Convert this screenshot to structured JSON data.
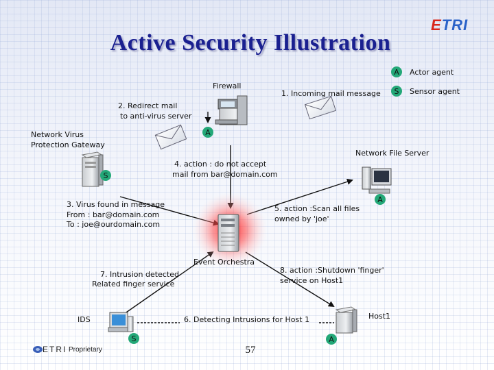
{
  "title": "Active Security Illustration",
  "logo": {
    "text_blue": "E",
    "text_red": "T",
    "text_rest": "RI"
  },
  "legend": {
    "actor_letter": "A",
    "actor_label": "Actor agent",
    "sensor_letter": "S",
    "sensor_label": "Sensor agent"
  },
  "nodes": {
    "firewall": "Firewall",
    "gateway_line1": "Network Virus",
    "gateway_line2": "Protection Gateway",
    "nfs": "Network File Server",
    "orchestra": "Event Orchestra",
    "ids": "IDS",
    "host1": "Host1"
  },
  "agents": {
    "firewall_agent": "A",
    "gateway_agent": "S",
    "nfs_agent": "A",
    "ids_agent": "S",
    "host1_agent": "A"
  },
  "steps": {
    "incoming": "1. Incoming mail message",
    "redirect_line1": "2. Redirect mail",
    "redirect_line2": "to anti-virus server",
    "virus_line1": "3. Virus found in message",
    "virus_line2": "From : bar@domain.com",
    "virus_line3": "To : joe@ourdomain.com",
    "action_line1": "4. action : do not accept",
    "action_line2": "mail from bar@domain.com",
    "scan_line1": "5. action :Scan all files",
    "scan_line2": "owned by 'joe'",
    "detecting": "6. Detecting Intrusions for Host 1",
    "intrusion_line1": "7. Intrusion detected",
    "intrusion_line2": "Related finger service",
    "shutdown_line1": "8. action :Shutdown 'finger'",
    "shutdown_line2": "service on Host1"
  },
  "footer": {
    "org": "ETRI",
    "label": "Proprietary",
    "page": "57"
  },
  "colors": {
    "title": "#1a2090",
    "agent_badge": "#23a878",
    "arrow": "#111111",
    "glow": "#ff2a2a",
    "logo_blue": "#2a62c8",
    "logo_red": "#d8261c"
  }
}
